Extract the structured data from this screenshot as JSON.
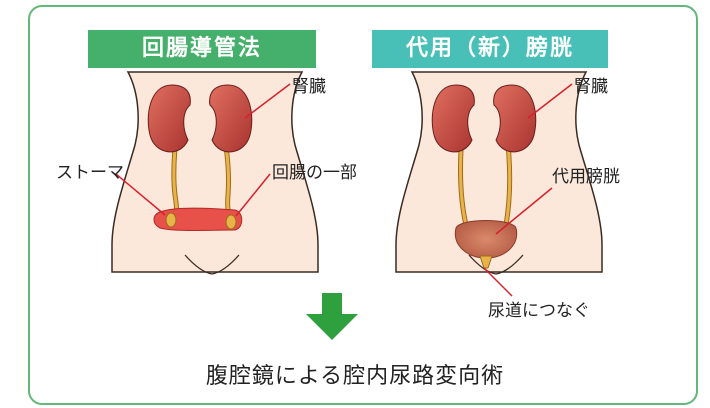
{
  "banners": {
    "left": "回腸導管法",
    "right": "代用（新）膀胱"
  },
  "left_labels": {
    "kidney": "腎臓",
    "stoma": "ストーマ",
    "ileum": "回腸の一部"
  },
  "right_labels": {
    "kidney": "腎臓",
    "neobladder": "代用膀胱",
    "urethra": "尿道につなぐ"
  },
  "result_text": "腹腔鏡による腔内尿路変向術",
  "colors": {
    "frame": "#62b87a",
    "banner_left": "#45b06b",
    "banner_right": "#48c0b8",
    "arrow": "#2fa03e",
    "body": "#fbe8da",
    "kidney": "#c4443d",
    "ureter": "#d9a23a",
    "leader": "#d8202c"
  }
}
